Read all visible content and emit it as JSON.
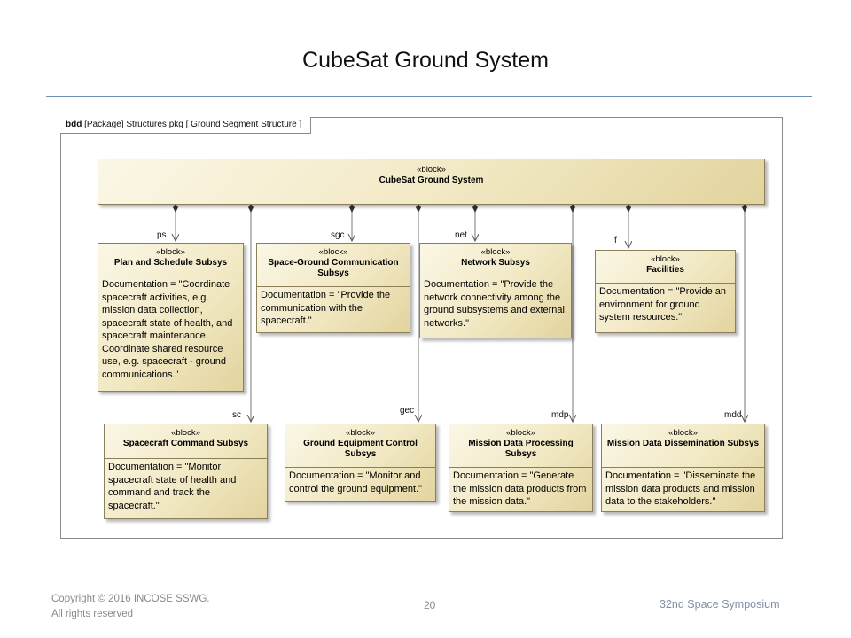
{
  "slide": {
    "title": "CubeSat Ground System"
  },
  "diagram": {
    "frame_prefix": "bdd",
    "frame_label": "[Package] Structures pkg [ Ground Segment Structure ]",
    "root": {
      "stereotype": "«block»",
      "name": "CubeSat Ground System"
    },
    "blocks": [
      {
        "role": "ps",
        "stereotype": "«block»",
        "name": "Plan and Schedule Subsys",
        "doc": "Documentation = \"Coordinate spacecraft activities, e.g. mission data collection, spacecraft state of health, and spacecraft maintenance. Coordinate shared resource use, e.g. spacecraft - ground communications.\""
      },
      {
        "role": "sgc",
        "stereotype": "«block»",
        "name": "Space-Ground Communication Subsys",
        "doc": "Documentation = \"Provide the communication with the spacecraft.\""
      },
      {
        "role": "net",
        "stereotype": "«block»",
        "name": "Network Subsys",
        "doc": "Documentation = \"Provide the network connectivity among the ground subsystems and external networks.\""
      },
      {
        "role": "f",
        "stereotype": "«block»",
        "name": "Facilities",
        "doc": "Documentation = \"Provide an environment for ground system resources.\""
      },
      {
        "role": "sc",
        "stereotype": "«block»",
        "name": "Spacecraft Command Subsys",
        "doc": "Documentation = \"Monitor spacecraft state of health and command and track the spacecraft.\""
      },
      {
        "role": "gec",
        "stereotype": "«block»",
        "name": "Ground Equipment Control Subsys",
        "doc": "Documentation = \"Monitor and control the ground equipment.\""
      },
      {
        "role": "mdp",
        "stereotype": "«block»",
        "name": "Mission Data Processing Subsys",
        "doc": "Documentation = \"Generate the mission data products from the mission data.\""
      },
      {
        "role": "mdd",
        "stereotype": "«block»",
        "name": "Mission Data Dissemination Subsys",
        "doc": "Documentation = \"Disseminate the mission data products and mission data to the stakeholders.\""
      }
    ]
  },
  "footer": {
    "copyright": "Copyright © 2016 INCOSE SSWG. All rights reserved",
    "page": "20",
    "event": "32nd Space Symposium"
  }
}
